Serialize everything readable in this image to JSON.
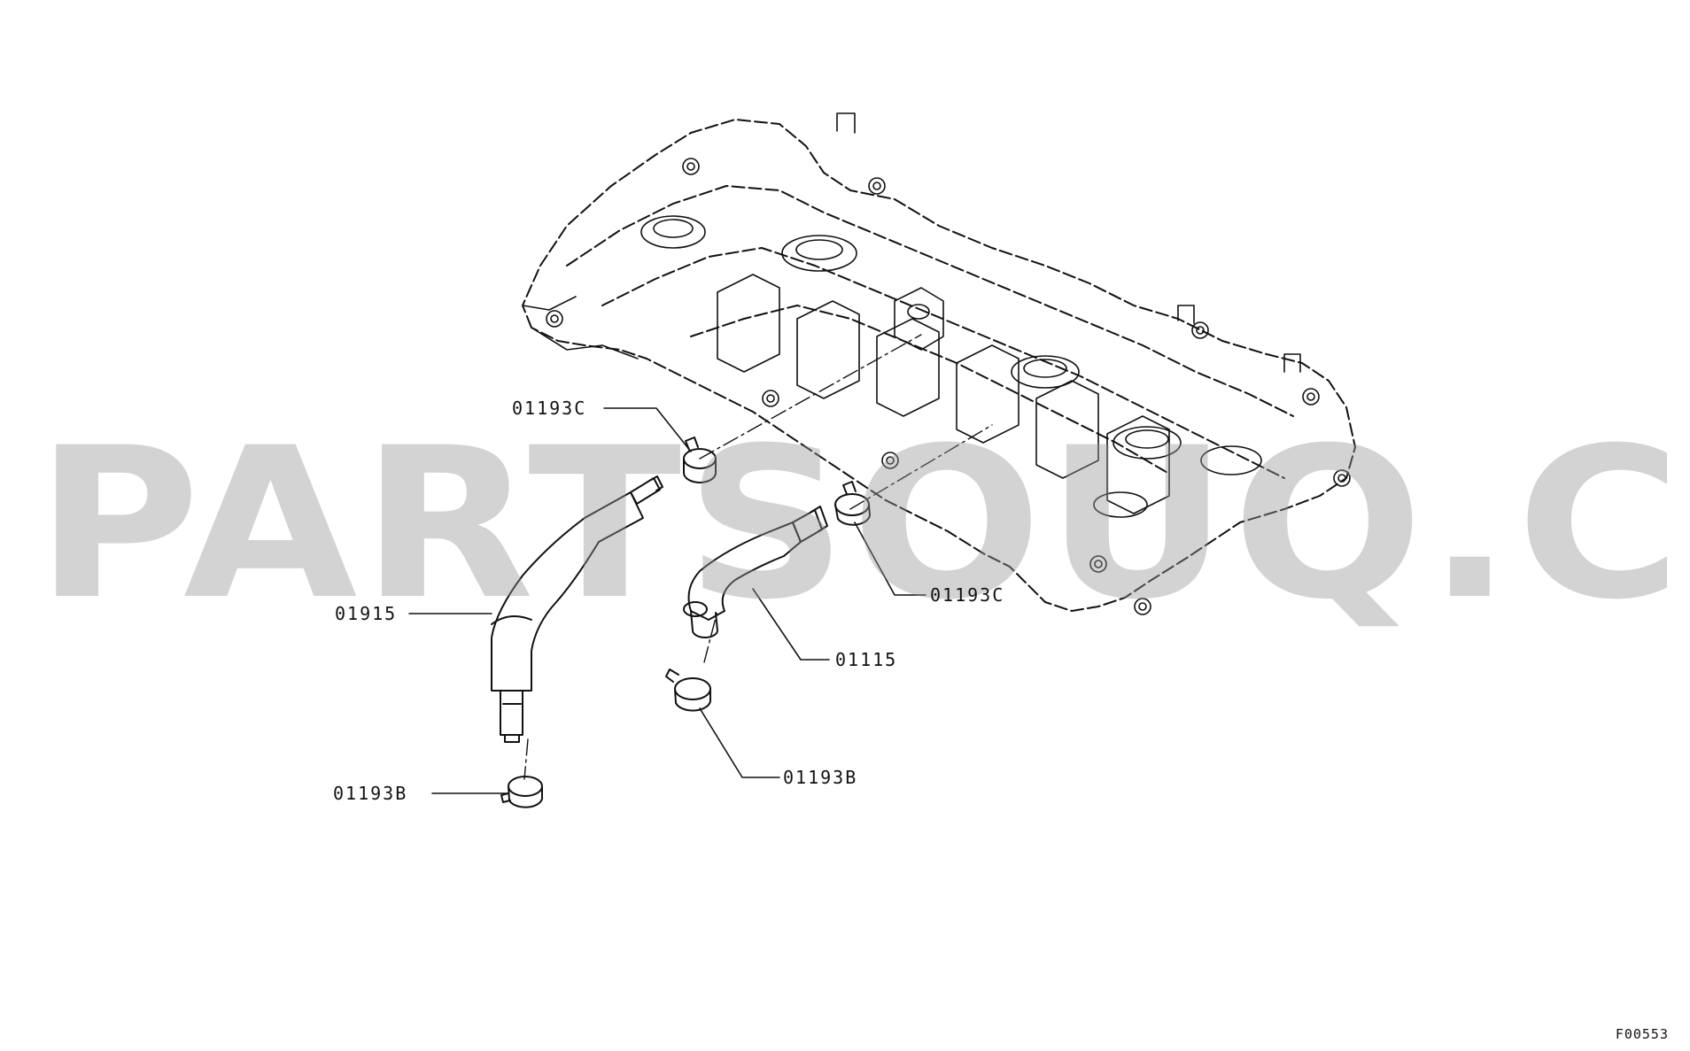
{
  "watermark": "PARTSOUQ.COM",
  "figure_id": "F00553",
  "callouts": {
    "clamp_c_top": "01193C",
    "clamp_c_right": "01193C",
    "hose_left": "01915",
    "hose_right": "01115",
    "clamp_b_left": "01193B",
    "clamp_b_right": "01193B"
  },
  "colors": {
    "line": "#111111",
    "watermark": "#969696",
    "background": "#ffffff"
  }
}
